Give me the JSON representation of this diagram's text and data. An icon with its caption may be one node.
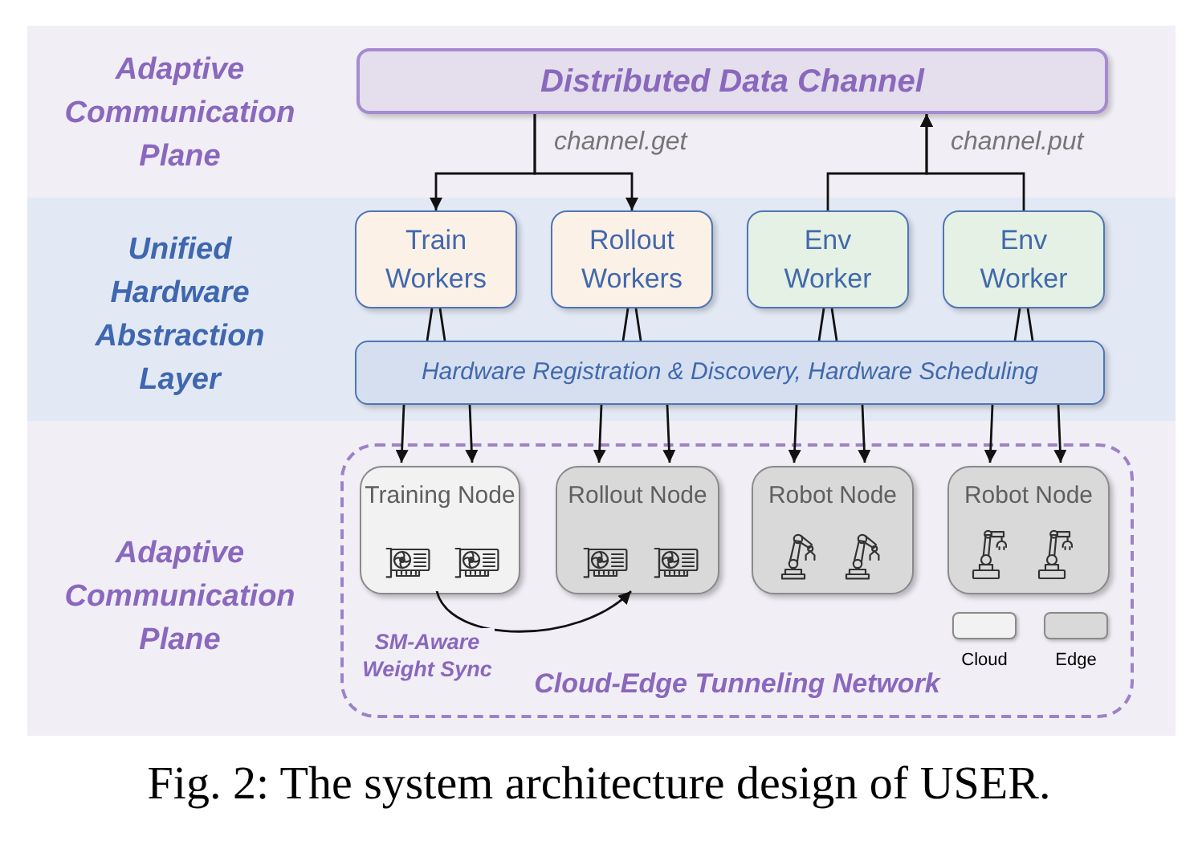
{
  "diagram": {
    "caption": "Fig. 2: The system architecture design of USER.",
    "nodes": [
      {
        "text": [
          "Adaptive Communication Plane"
        ]
      },
      {
        "text": [
          "Distributed Data Channel"
        ],
        "in": 0
      },
      {
        "text": [
          "Unified Hardware Abstraction Layer"
        ]
      },
      {
        "text": [
          "Train Workers"
        ],
        "in": 2
      },
      {
        "text": [
          "Rollout Workers"
        ],
        "in": 2
      },
      {
        "text": [
          "Env Worker"
        ],
        "in": 2
      },
      {
        "text": [
          "Env Worker"
        ],
        "in": 2
      },
      {
        "text": [
          "Hardware Registration & Discovery, Hardware Scheduling"
        ],
        "in": 2
      },
      {
        "text": [
          "Adaptive Communication Plane"
        ]
      },
      {
        "text": [
          "Cloud-Edge Tunneling Network"
        ],
        "in": 8
      },
      {
        "text": [
          "Training Node"
        ],
        "in": 9
      },
      {
        "text": [
          "Rollout Node"
        ],
        "in": 9
      },
      {
        "text": [
          "Robot Node"
        ],
        "in": 9
      },
      {
        "text": [
          "Robot Node"
        ],
        "in": 9
      }
    ],
    "edges": [
      {
        "from": 1,
        "to": 3,
        "arrow": "to",
        "label": "channel.get"
      },
      {
        "from": 1,
        "to": 4,
        "arrow": "to"
      },
      {
        "from": 5,
        "to": 1,
        "arrow": "to",
        "label": "channel.put"
      },
      {
        "from": 6,
        "to": 1,
        "arrow": "to"
      },
      {
        "from": 3,
        "to": 7,
        "arrow": "none"
      },
      {
        "from": 3,
        "to": 7,
        "arrow": "none"
      },
      {
        "from": 4,
        "to": 7,
        "arrow": "none"
      },
      {
        "from": 4,
        "to": 7,
        "arrow": "none"
      },
      {
        "from": 5,
        "to": 7,
        "arrow": "none"
      },
      {
        "from": 5,
        "to": 7,
        "arrow": "none"
      },
      {
        "from": 6,
        "to": 7,
        "arrow": "none"
      },
      {
        "from": 6,
        "to": 7,
        "arrow": "none"
      },
      {
        "from": 7,
        "to": 10,
        "arrow": "to"
      },
      {
        "from": 7,
        "to": 10,
        "arrow": "to"
      },
      {
        "from": 7,
        "to": 11,
        "arrow": "to"
      },
      {
        "from": 7,
        "to": 11,
        "arrow": "to"
      },
      {
        "from": 7,
        "to": 12,
        "arrow": "to"
      },
      {
        "from": 7,
        "to": 12,
        "arrow": "to"
      },
      {
        "from": 7,
        "to": 13,
        "arrow": "to"
      },
      {
        "from": 7,
        "to": 13,
        "arrow": "to"
      },
      {
        "from": 10,
        "to": 11,
        "arrow": "to",
        "label": "SM-Aware Weight Sync"
      }
    ],
    "legend": [
      {
        "text": "Cloud",
        "color": "#f2f2f2"
      },
      {
        "text": "Edge",
        "color": "#d9d9d9"
      }
    ]
  }
}
